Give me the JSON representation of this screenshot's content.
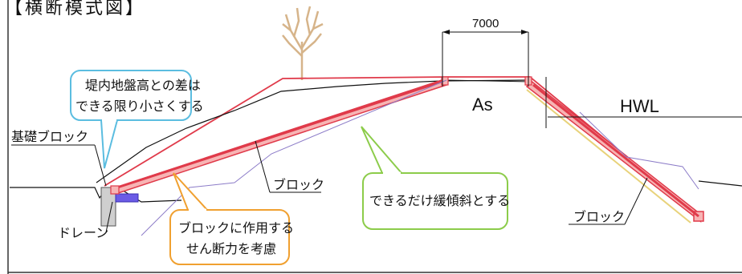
{
  "title": "【横断模式図】",
  "dimension": {
    "value": "7000"
  },
  "labels": {
    "as": "As",
    "hwl": "HWL",
    "foundation_block": "基礎ブロック",
    "drain": "ドレーン",
    "block_center": "ブロック",
    "block_right": "ブロック"
  },
  "callouts": {
    "ground_level_line1": "堤内地盤高との差は",
    "ground_level_line2": "できる限り小さくする",
    "shear_line1": "ブロックに作用する",
    "shear_line2": "せん断力を考慮",
    "gentle_slope": "できるだけ緩傾斜とする"
  },
  "colors": {
    "levee_outline": "#e03a4a",
    "block_fill": "#f7b4b4",
    "callout_blue": "#5bbde0",
    "callout_orange": "#f0a030",
    "callout_green": "#8ccc4a",
    "block_line": "#8c7cc8",
    "drain_fill": "#6b5be6",
    "tree": "#d6b48a"
  }
}
